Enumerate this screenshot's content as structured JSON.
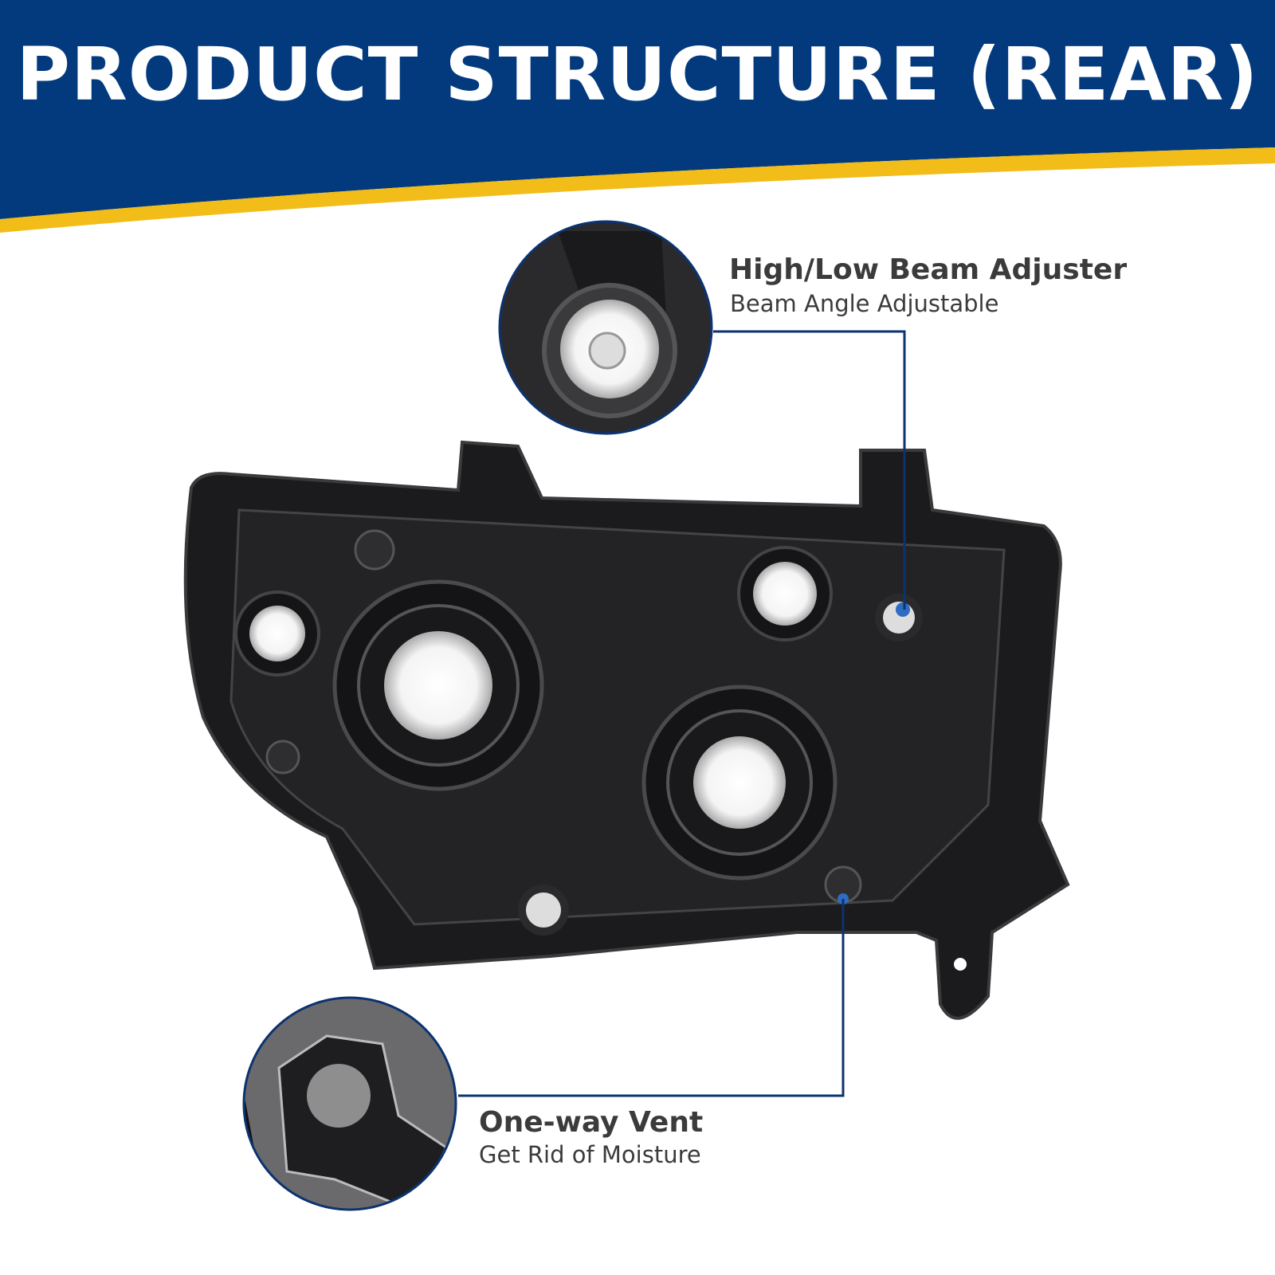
{
  "header": {
    "title": "PRODUCT STRUCTURE (REAR)"
  },
  "colors": {
    "banner_blue": "#033a7d",
    "accent_yellow": "#f2bd18",
    "callout_line": "#0b3370",
    "text": "#3b3b3b"
  },
  "callouts": [
    {
      "title": "High/Low Beam Adjuster",
      "subtitle": "Beam Angle Adjustable",
      "icon": "beam-adjuster-closeup"
    },
    {
      "title": "One-way Vent",
      "subtitle": "Get Rid of Moisture",
      "icon": "vent-closeup"
    }
  ]
}
